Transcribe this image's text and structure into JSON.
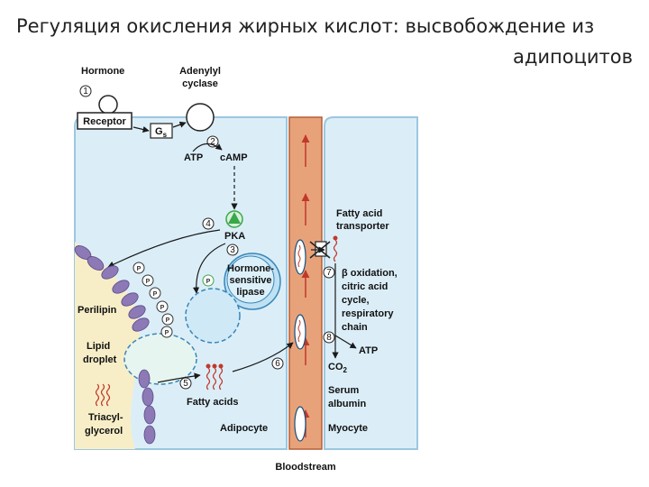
{
  "title": {
    "line1": "Регуляция окисления жирных кислот: высвобождение из",
    "line2": "адипоцитов"
  },
  "labels": {
    "hormone": "Hormone",
    "adenylyl1": "Adenylyl",
    "adenylyl2": "cyclase",
    "receptor": "Receptor",
    "gs_main": "G",
    "gs_sub": "s",
    "atp_left": "ATP",
    "camp": "cAMP",
    "pka": "PKA",
    "hsl1": "Hormone-",
    "hsl2": "sensitive",
    "hsl3": "lipase",
    "perilipin": "Perilipin",
    "lipid1": "Lipid",
    "lipid2": "droplet",
    "tag1": "Triacyl-",
    "tag2": "glycerol",
    "fatty_acids": "Fatty acids",
    "adipocyte": "Adipocyte",
    "fat1": "Fatty acid",
    "fat2": "transporter",
    "beta_ox1": "β oxidation,",
    "beta_ox2": "citric acid",
    "beta_ox3": "cycle,",
    "beta_ox4": "respiratory",
    "beta_ox5": "chain",
    "atp_right": "ATP",
    "co2_main": "CO",
    "co2_sub": "2",
    "serum1": "Serum",
    "serum2": "albumin",
    "myocyte": "Myocyte",
    "bloodstream": "Bloodstream",
    "p": "P"
  },
  "steps": [
    "1",
    "2",
    "3",
    "4",
    "5",
    "6",
    "7",
    "8"
  ],
  "colors": {
    "cell": "#dbeef8",
    "cell_edge": "#9cc7e0",
    "blood": "#e8a27a",
    "blood_edge": "#b45f37",
    "droplet": "#f7eec8",
    "perilipin": "#8c79b6",
    "pka": "#3aa84a",
    "fatty_acid": "#c0392b",
    "arrow": "#1a1a1a",
    "flow": "#c0392b"
  }
}
